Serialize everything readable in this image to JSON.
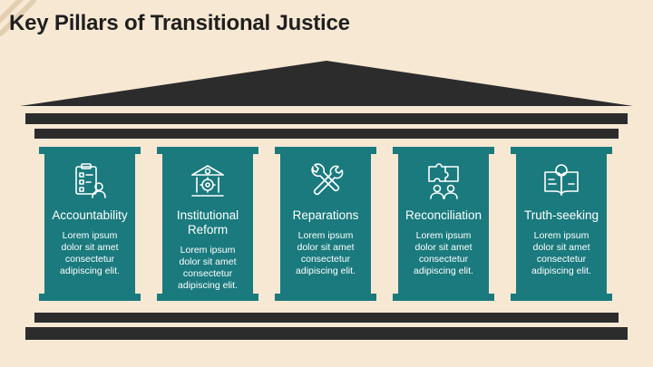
{
  "slide": {
    "title": "Key Pillars of Transitional Justice"
  },
  "colors": {
    "background": "#f7e8d3",
    "dark": "#2c2c2c",
    "teal": "#1a7a7e",
    "stripe": "#e2cfb2"
  },
  "pillars": [
    {
      "title": "Accountability",
      "desc": [
        "Lorem ipsum",
        "dolor sit amet",
        "consectetur",
        "adipiscing elit."
      ],
      "icon": "clipboard-user-icon"
    },
    {
      "title": "Institutional Reform",
      "desc": [
        "Lorem ipsum",
        "dolor sit amet",
        "consectetur",
        "adipiscing elit."
      ],
      "icon": "institution-gear-icon"
    },
    {
      "title": "Reparations",
      "desc": [
        "Lorem ipsum",
        "dolor sit amet",
        "consectetur",
        "adipiscing elit."
      ],
      "icon": "tools-icon"
    },
    {
      "title": "Reconciliation",
      "desc": [
        "Lorem ipsum",
        "dolor sit amet",
        "consectetur",
        "adipiscing elit."
      ],
      "icon": "puzzle-people-icon"
    },
    {
      "title": "Truth-seeking",
      "desc": [
        "Lorem ipsum",
        "dolor sit amet",
        "consectetur",
        "adipiscing elit."
      ],
      "icon": "book-magnifier-icon"
    }
  ]
}
